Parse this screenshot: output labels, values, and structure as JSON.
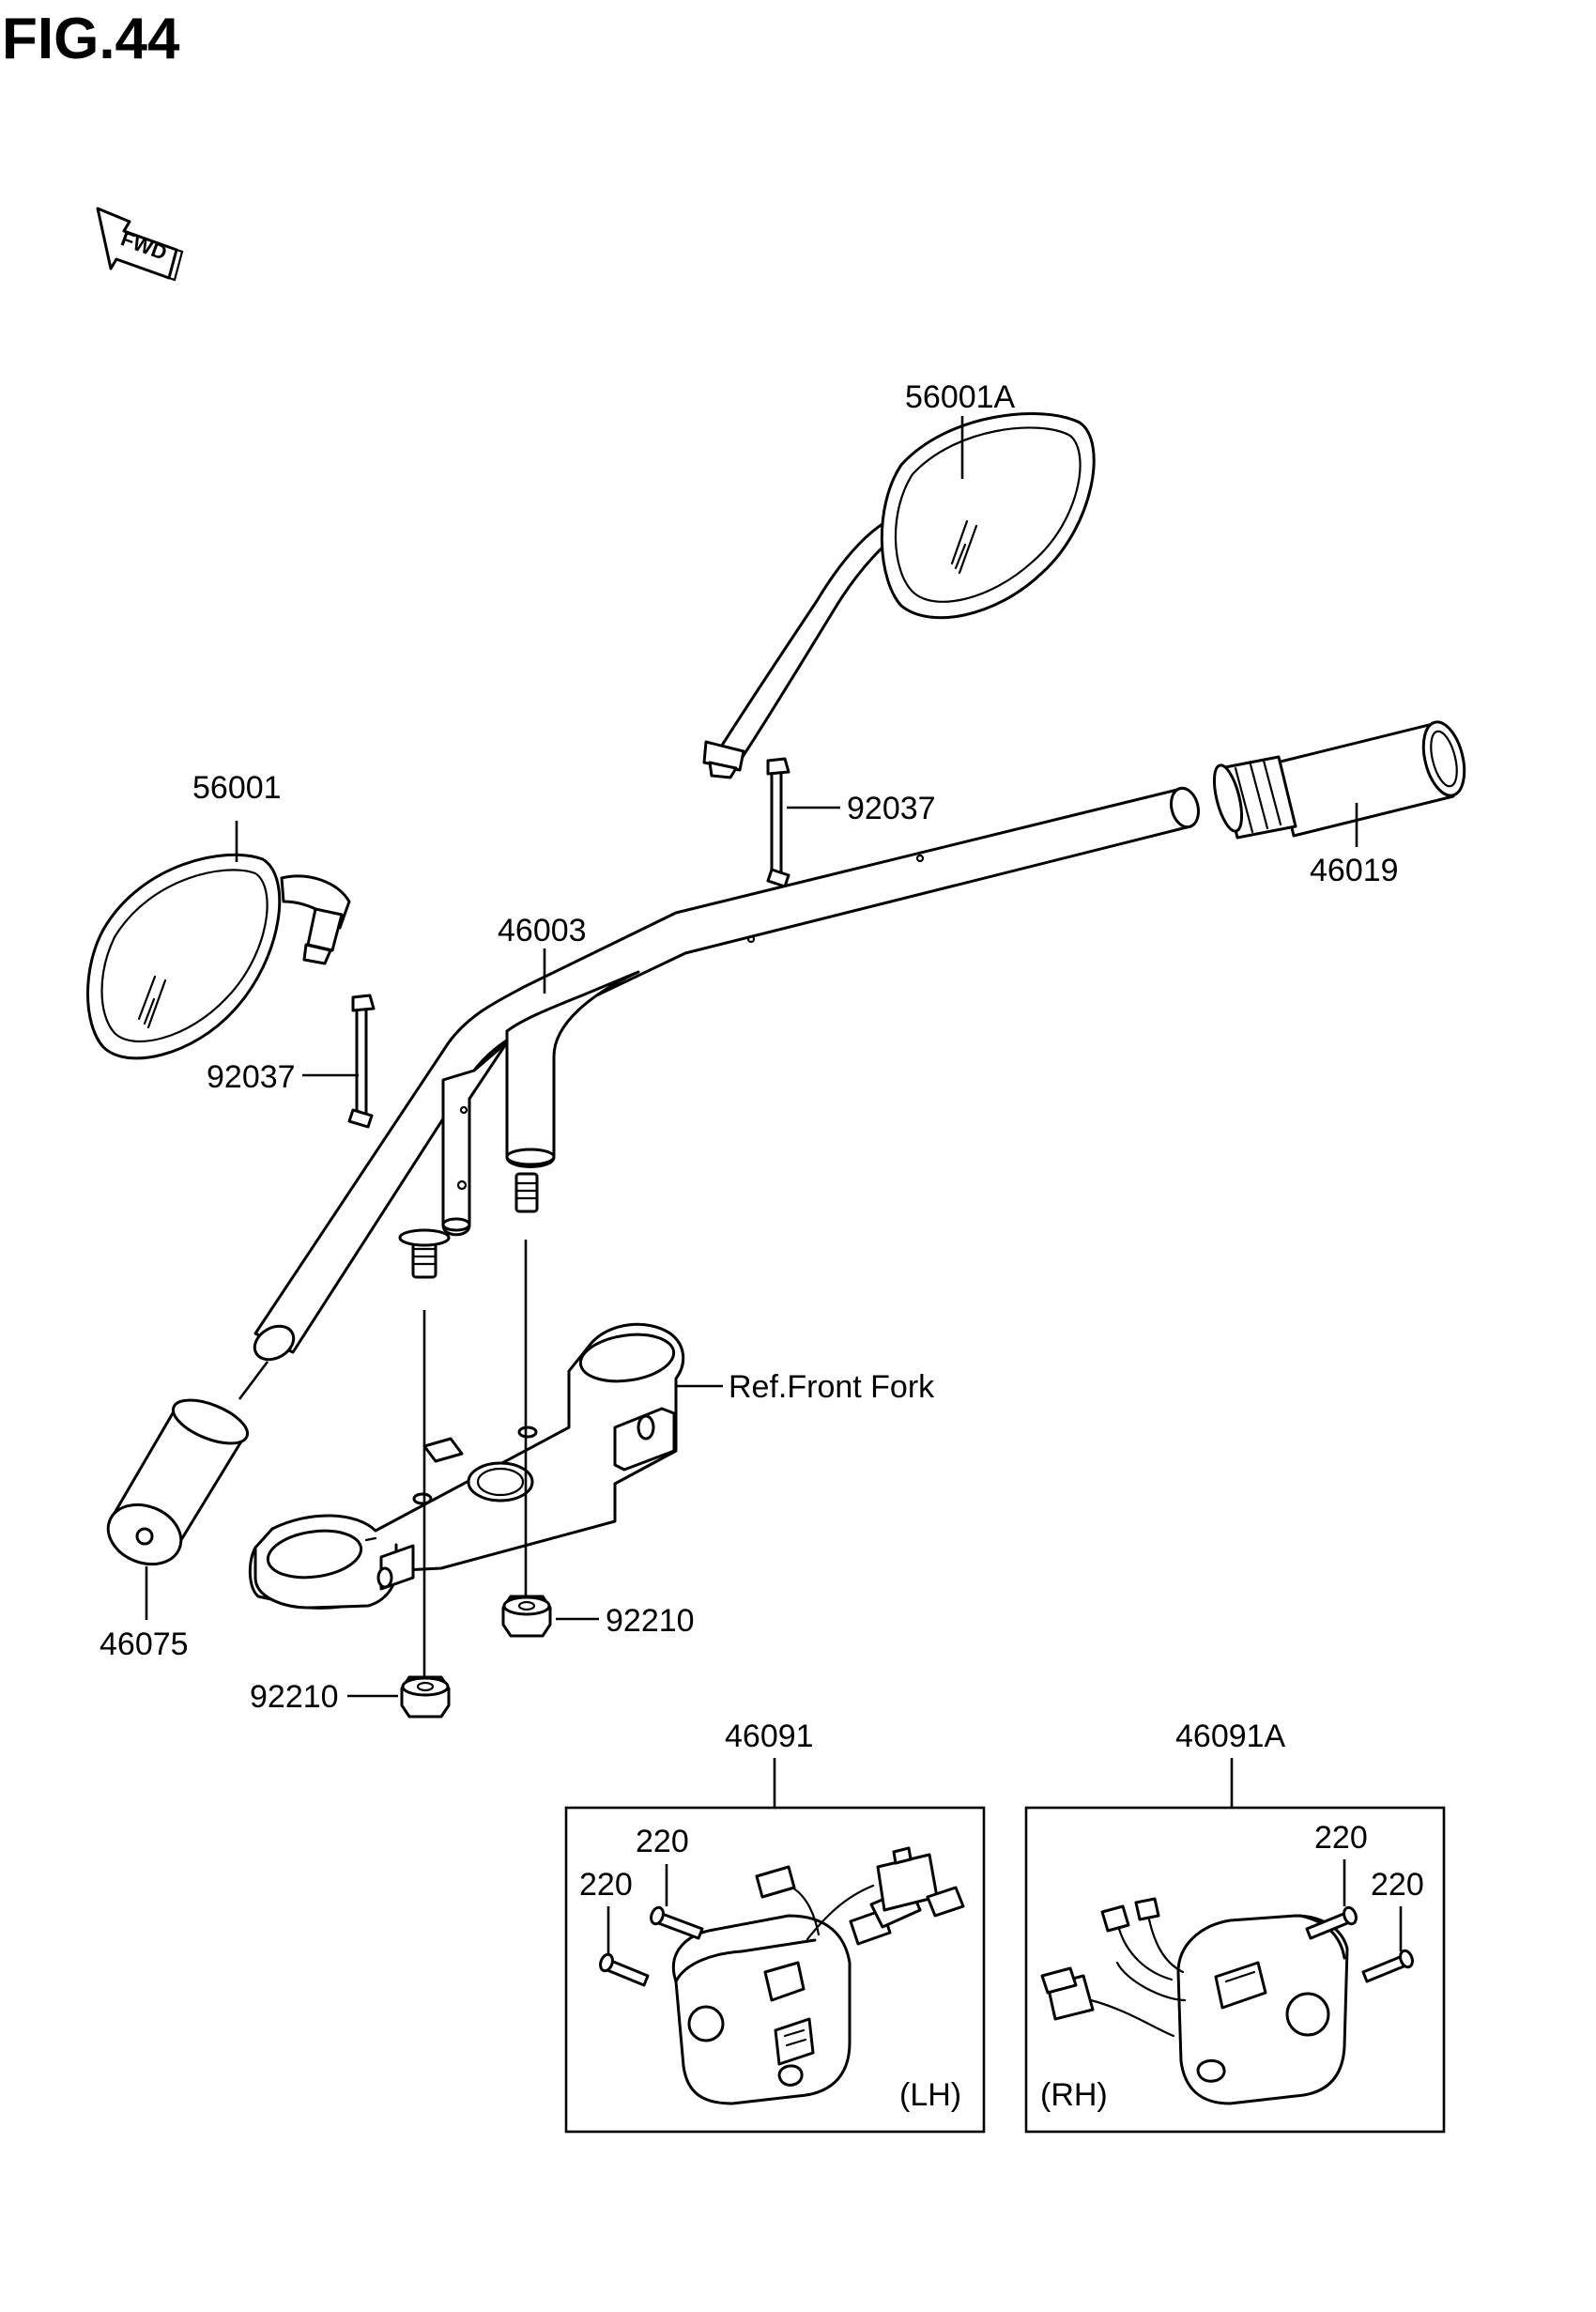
{
  "figure_title": "FIG.44",
  "fwd_label": "FWD",
  "ref_label": "Ref.Front Fork",
  "part_labels": {
    "mirror_right": "56001A",
    "mirror_left": "56001",
    "clamp_upper_right": "92037",
    "clamp_left": "92037",
    "handlebar": "46003",
    "grip_right": "46019",
    "grip_left": "46075",
    "nut_right": "92210",
    "nut_left": "92210",
    "switch_lh": "46091",
    "switch_rh": "46091A",
    "screw_lh_a": "220",
    "screw_lh_b": "220",
    "screw_rh_a": "220",
    "screw_rh_b": "220"
  },
  "side_labels": {
    "lh": "(LH)",
    "rh": "(RH)"
  }
}
